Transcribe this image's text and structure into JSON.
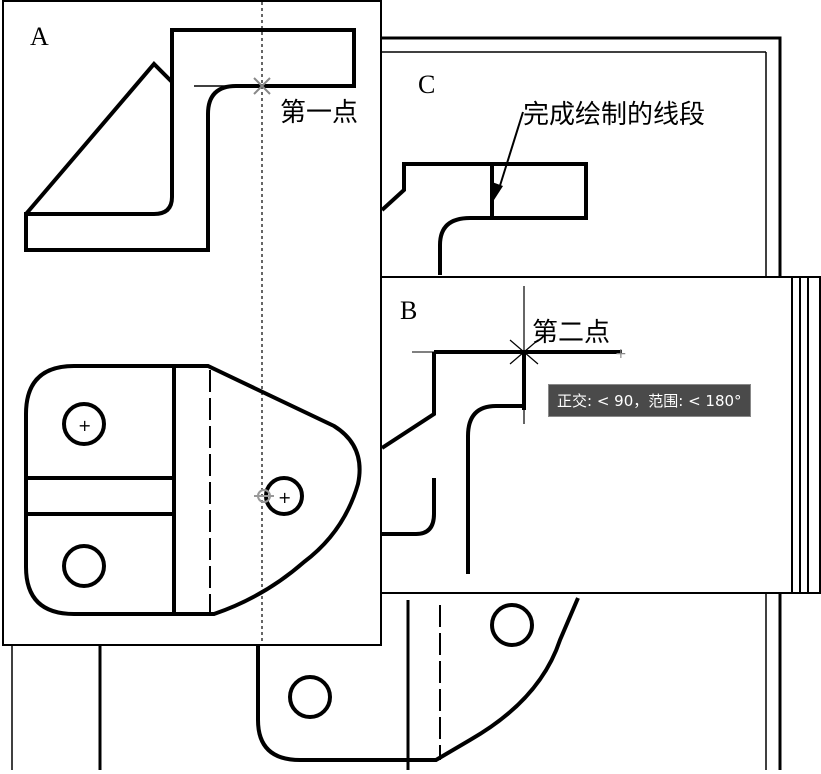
{
  "panel_a": {
    "label": "A",
    "point_label": "第一点"
  },
  "panel_c": {
    "label": "C",
    "annotation": "完成绘制的线段"
  },
  "panel_b": {
    "label": "B",
    "point_label": "第二点",
    "tooltip": "正交: < 90，范围: < 180°"
  },
  "colors": {
    "line": "#000000",
    "tooltip_bg": "#4a4a4a",
    "marker": "#888888"
  }
}
